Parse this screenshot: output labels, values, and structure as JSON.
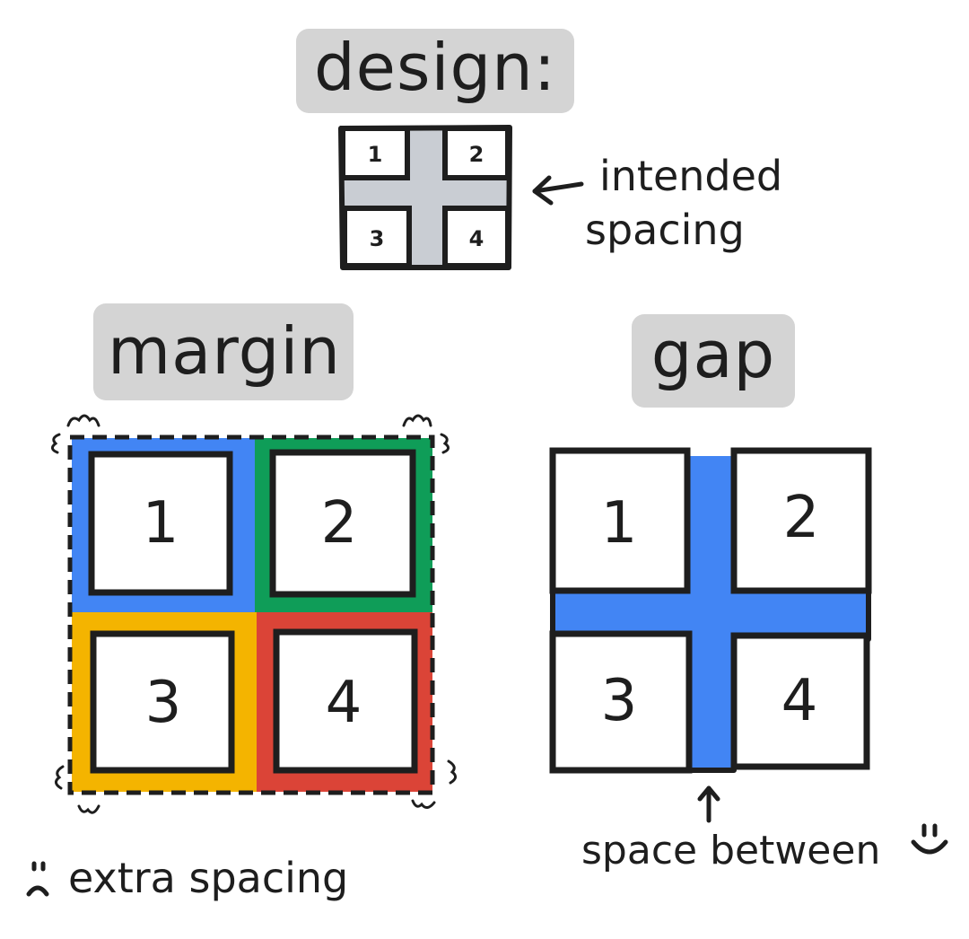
{
  "design": {
    "title": "design:",
    "cells": [
      "1",
      "2",
      "3",
      "4"
    ],
    "annotation_line1": "intended",
    "annotation_line2": "spacing"
  },
  "margin": {
    "title": "margin",
    "cells": [
      "1",
      "2",
      "3",
      "4"
    ],
    "cell_colors": [
      "#4285f4",
      "#0f9d58",
      "#f4b400",
      "#db4437"
    ],
    "caption": "extra spacing",
    "caption_face": ":("
  },
  "gap": {
    "title": "gap",
    "cells": [
      "1",
      "2",
      "3",
      "4"
    ],
    "gap_color": "#4285f4",
    "caption": "space between",
    "caption_face": ":)"
  },
  "colors": {
    "ink": "#1e1e1e",
    "label_bg": "#d4d4d4",
    "design_gap": "#c9cdd3"
  }
}
